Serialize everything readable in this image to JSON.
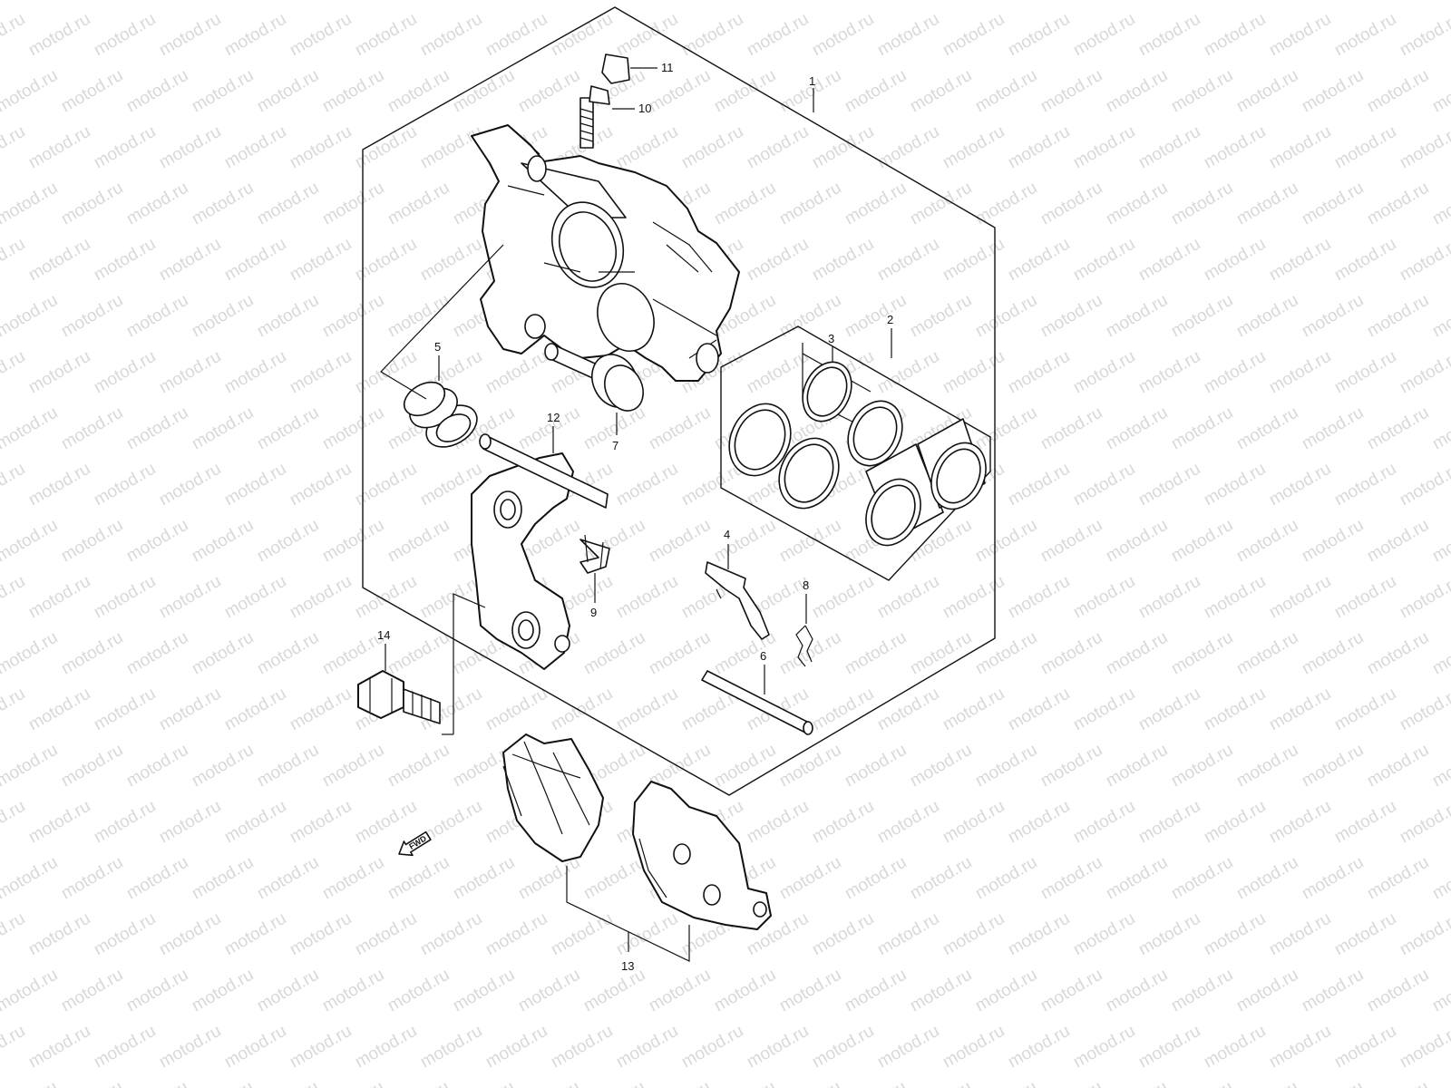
{
  "watermark": {
    "text": "motod.ru",
    "color": "#d8d8d8"
  },
  "direction_label": "FWD",
  "callouts": {
    "c1": "1",
    "c2": "2",
    "c3": "3",
    "c4": "4",
    "c5": "5",
    "c6": "6",
    "c7": "7",
    "c8": "8",
    "c9": "9",
    "c10": "10",
    "c11": "11",
    "c12": "12",
    "c13": "13",
    "c14": "14"
  },
  "colors": {
    "line": "#111111",
    "background": "#ffffff"
  }
}
